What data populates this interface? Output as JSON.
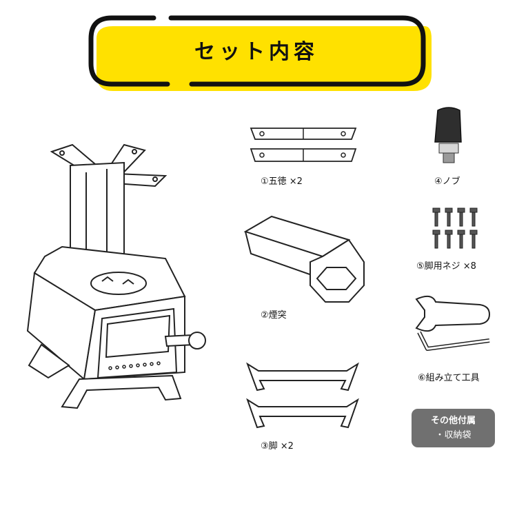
{
  "header": {
    "title": "セット内容"
  },
  "parts": [
    {
      "label": "①五徳 ×2"
    },
    {
      "label": "②煙突"
    },
    {
      "label": "③脚 ×2"
    },
    {
      "label": "④ノブ"
    },
    {
      "label": "⑤脚用ネジ ×8"
    },
    {
      "label": "⑥組み立て工具"
    }
  ],
  "others": {
    "title": "その他付属",
    "items": [
      "・収納袋"
    ]
  },
  "colors": {
    "accent": "#FFE100",
    "ink": "#111111",
    "panel": "#707070"
  },
  "icons": [
    "stove-illustration",
    "trivet-icon",
    "chimney-icon",
    "leg-icon",
    "knob-icon",
    "screw-icon",
    "wrench-icon",
    "hex-key-icon"
  ]
}
